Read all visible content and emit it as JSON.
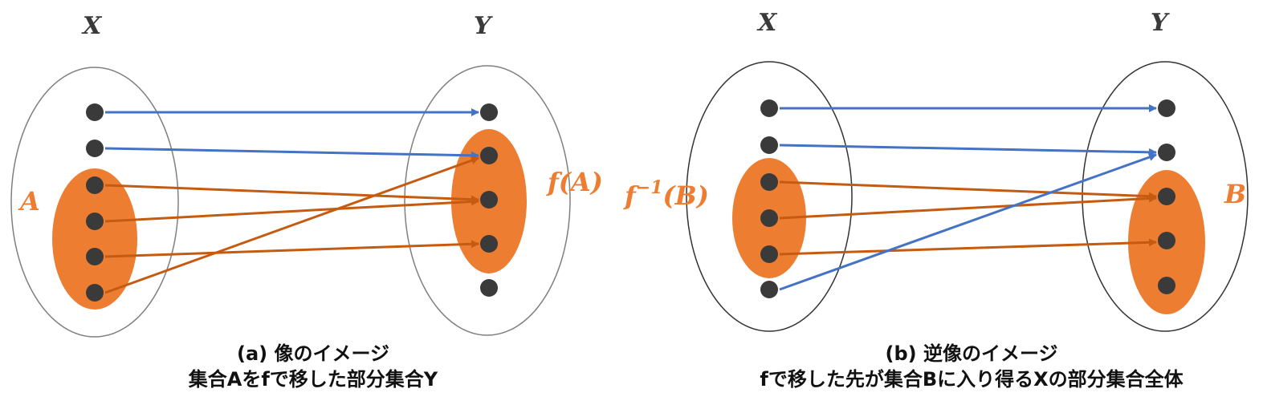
{
  "panels": [
    {
      "id": "a",
      "domain_label": "X",
      "codomain_label": "Y",
      "subset_label": "A",
      "image_label": "f(A)",
      "caption_line1": "(a) 像のイメージ",
      "caption_line2": "集合Aをfで移した部分集合Y"
    },
    {
      "id": "b",
      "domain_label": "X",
      "codomain_label": "Y",
      "preimage_label_base": "f",
      "preimage_label_sup": "−1",
      "preimage_label_arg": "(B)",
      "subset_label": "B",
      "caption_line1": "(b) 逆像のイメージ",
      "caption_line2": "fで移した先が集合Bに入り得るXの部分集合全体"
    }
  ],
  "colors": {
    "ellipse_stroke": "#7f7f7f",
    "ellipse_stroke_b": "#333333",
    "subset_fill": "#ed7d31",
    "point_fill": "#3a3a3a",
    "arrow_blue": "#4472c4",
    "arrow_orange": "#c55a11"
  }
}
